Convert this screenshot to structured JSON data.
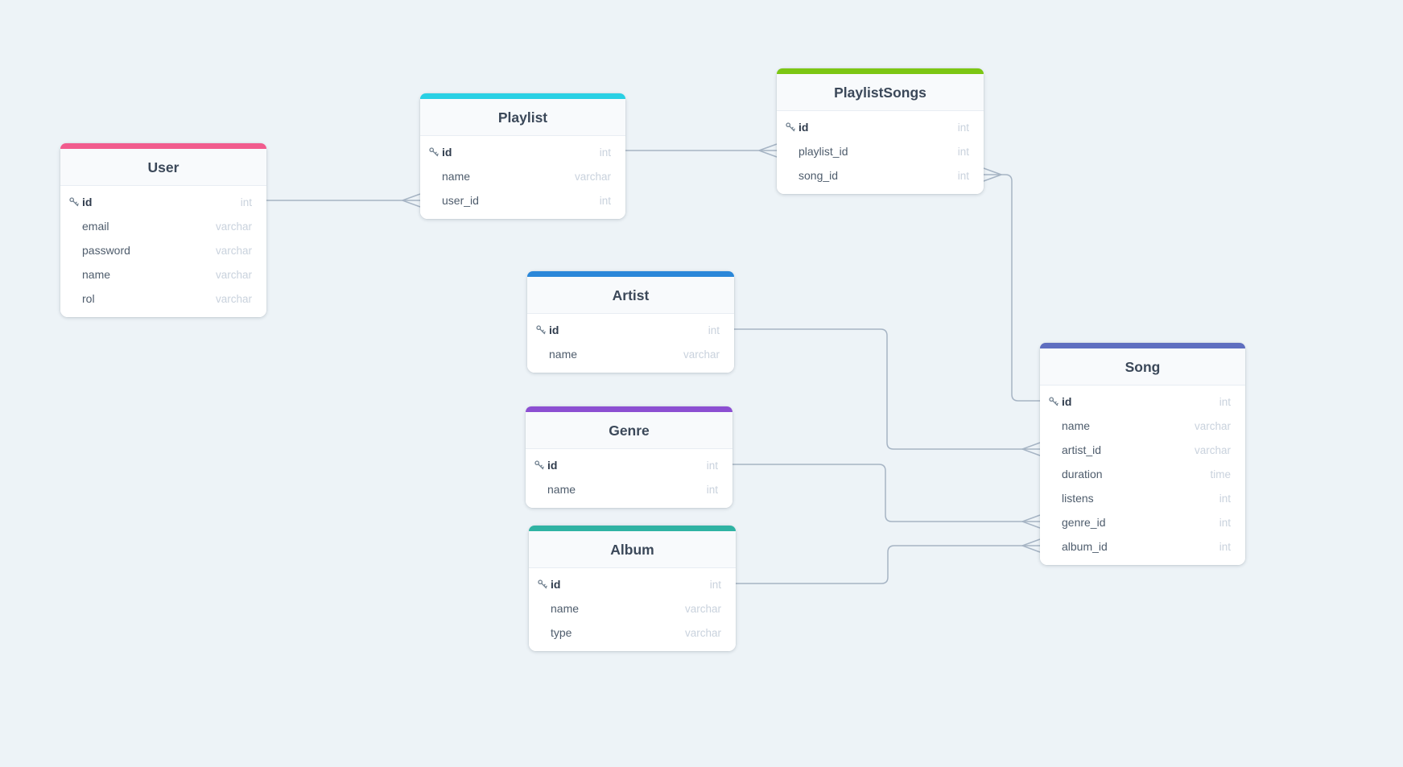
{
  "canvas": {
    "background_color": "#edf3f7",
    "connector_color": "#a6b4c4",
    "key_icon_color": "#70808f"
  },
  "entities": [
    {
      "name": "User",
      "accent_color": "#f15b8d",
      "fields": [
        {
          "name": "id",
          "type": "int",
          "primary_key": true
        },
        {
          "name": "email",
          "type": "varchar"
        },
        {
          "name": "password",
          "type": "varchar"
        },
        {
          "name": "name",
          "type": "varchar"
        },
        {
          "name": "rol",
          "type": "varchar"
        }
      ]
    },
    {
      "name": "Playlist",
      "accent_color": "#29d0e4",
      "fields": [
        {
          "name": "id",
          "type": "int",
          "primary_key": true
        },
        {
          "name": "name",
          "type": "varchar"
        },
        {
          "name": "user_id",
          "type": "int"
        }
      ]
    },
    {
      "name": "PlaylistSongs",
      "accent_color": "#7cc614",
      "fields": [
        {
          "name": "id",
          "type": "int",
          "primary_key": true
        },
        {
          "name": "playlist_id",
          "type": "int"
        },
        {
          "name": "song_id",
          "type": "int"
        }
      ]
    },
    {
      "name": "Artist",
      "accent_color": "#2b87d9",
      "fields": [
        {
          "name": "id",
          "type": "int",
          "primary_key": true
        },
        {
          "name": "name",
          "type": "varchar"
        }
      ]
    },
    {
      "name": "Genre",
      "accent_color": "#8c4fd2",
      "fields": [
        {
          "name": "id",
          "type": "int",
          "primary_key": true
        },
        {
          "name": "name",
          "type": "int"
        }
      ]
    },
    {
      "name": "Album",
      "accent_color": "#2fb3a3",
      "fields": [
        {
          "name": "id",
          "type": "int",
          "primary_key": true
        },
        {
          "name": "name",
          "type": "varchar"
        },
        {
          "name": "type",
          "type": "varchar"
        }
      ]
    },
    {
      "name": "Song",
      "accent_color": "#5f6ec0",
      "fields": [
        {
          "name": "id",
          "type": "int",
          "primary_key": true
        },
        {
          "name": "name",
          "type": "varchar"
        },
        {
          "name": "artist_id",
          "type": "varchar"
        },
        {
          "name": "duration",
          "type": "time"
        },
        {
          "name": "listens",
          "type": "int"
        },
        {
          "name": "genre_id",
          "type": "int"
        },
        {
          "name": "album_id",
          "type": "int"
        }
      ]
    }
  ],
  "relationships": [
    {
      "from": "User.id",
      "to": "Playlist.user_id",
      "cardinality": "one-to-many",
      "many_end": "Playlist"
    },
    {
      "from": "Playlist.id",
      "to": "PlaylistSongs.playlist_id",
      "cardinality": "one-to-many",
      "many_end": "PlaylistSongs"
    },
    {
      "from": "Song.id",
      "to": "PlaylistSongs.song_id",
      "cardinality": "one-to-many",
      "many_end": "PlaylistSongs"
    },
    {
      "from": "Artist.id",
      "to": "Song.artist_id",
      "cardinality": "one-to-many",
      "many_end": "Song"
    },
    {
      "from": "Genre.id",
      "to": "Song.genre_id",
      "cardinality": "one-to-many",
      "many_end": "Song"
    },
    {
      "from": "Album.id",
      "to": "Song.album_id",
      "cardinality": "one-to-many",
      "many_end": "Song"
    }
  ]
}
